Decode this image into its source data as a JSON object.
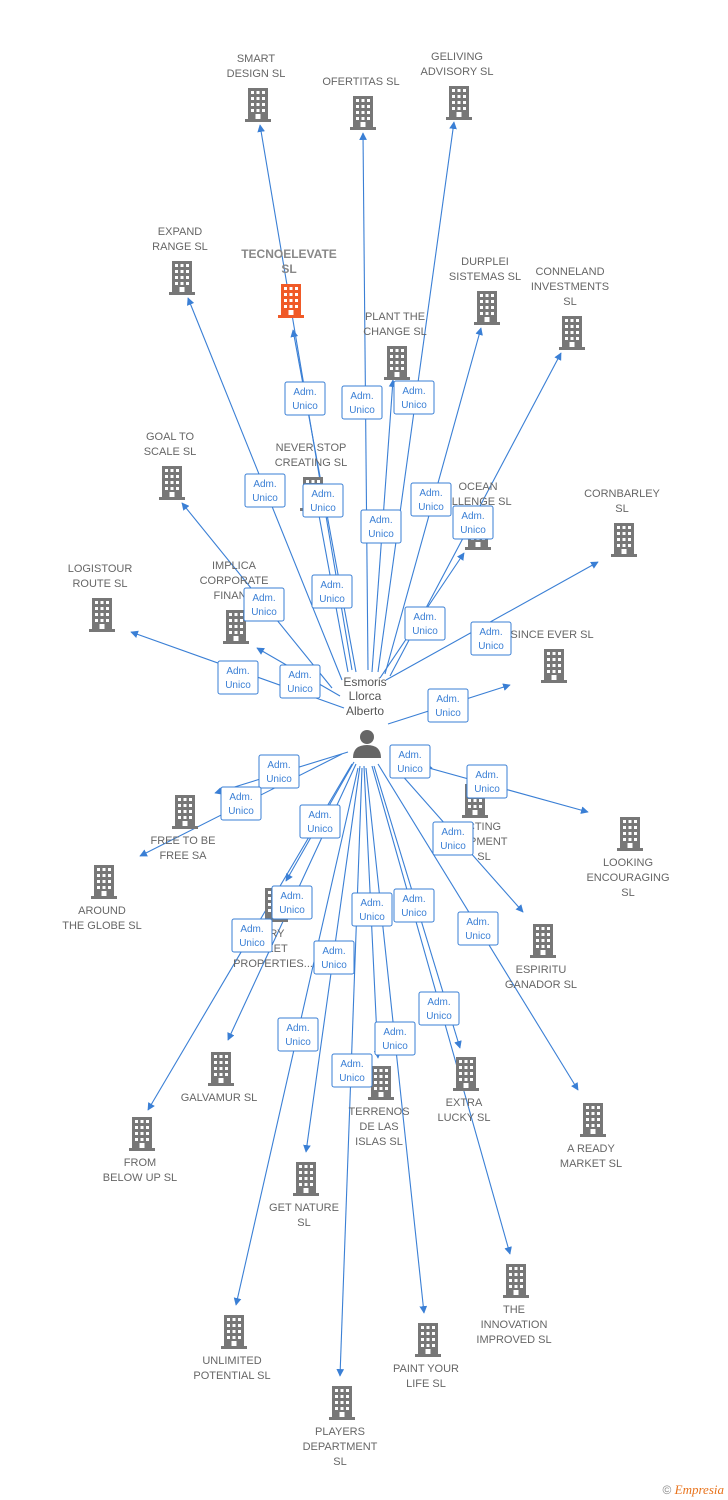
{
  "center": {
    "name": [
      "Esmoris",
      "Llorca",
      "Alberto"
    ]
  },
  "role_label": [
    "Adm.",
    "Unico"
  ],
  "footer": {
    "copyright": "©",
    "brand": "Empresia"
  },
  "colors": {
    "edge": "#3a7fd5",
    "building": "#777777",
    "highlight": "#f05a28"
  },
  "nodes": [
    {
      "id": "smart-design-sl",
      "label": [
        "SMART",
        "DESIGN  SL"
      ]
    },
    {
      "id": "ofertitas-sl",
      "label": [
        "OFERTITAS  SL"
      ]
    },
    {
      "id": "geliving-advisory-sl",
      "label": [
        "GELIVING",
        "ADVISORY  SL"
      ]
    },
    {
      "id": "expand-range-sl",
      "label": [
        "EXPAND",
        "RANGE  SL"
      ]
    },
    {
      "id": "tecnoelevate-sl",
      "label": [
        "TECNOELEVATE",
        "SL"
      ],
      "highlight": true
    },
    {
      "id": "durplei-sistemas-sl",
      "label": [
        "DURPLEI",
        "SISTEMAS  SL"
      ]
    },
    {
      "id": "conneland-investments-sl",
      "label": [
        "CONNELAND",
        "INVESTMENTS",
        "SL"
      ]
    },
    {
      "id": "plant-the-change-sl",
      "label": [
        "PLANT THE",
        "CHANGE  SL"
      ]
    },
    {
      "id": "goal-to-scale-sl",
      "label": [
        "GOAL TO",
        "SCALE  SL"
      ]
    },
    {
      "id": "never-stop-creating-sl",
      "label": [
        "NEVER STOP",
        "CREATING  SL"
      ]
    },
    {
      "id": "ocean-challenge-sl",
      "label": [
        "OCEAN",
        "ALLENGE  SL"
      ]
    },
    {
      "id": "cornbarley-sl",
      "label": [
        "CORNBARLEY",
        "SL"
      ]
    },
    {
      "id": "logistour-route-sl",
      "label": [
        "LOGISTOUR",
        "ROUTE  SL"
      ]
    },
    {
      "id": "implica-corporate-finance",
      "label": [
        "IMPLICA",
        "CORPORATE",
        "FINANC"
      ]
    },
    {
      "id": "since-ever-sl",
      "label": [
        "SINCE EVER  SL"
      ]
    },
    {
      "id": "free-to-be-free-sa",
      "label": [
        "FREE TO BE",
        "FREE SA"
      ]
    },
    {
      "id": "around-the-globe-sl",
      "label": [
        "AROUND",
        "THE GLOBE  SL"
      ]
    },
    {
      "id": "acting-development-sl",
      "label": [
        "CTING",
        "OPMENT",
        "SL"
      ]
    },
    {
      "id": "looking-encouraging-sl",
      "label": [
        "LOOKING",
        "ENCOURAGING",
        "SL"
      ]
    },
    {
      "id": "luxury-market-properties",
      "label": [
        "URY",
        "RKET",
        "PROPERTIES..."
      ]
    },
    {
      "id": "espiritu-ganador-sl",
      "label": [
        "ESPIRITU",
        "GANADOR SL"
      ]
    },
    {
      "id": "galvamur-sl",
      "label": [
        "GALVAMUR  SL"
      ]
    },
    {
      "id": "terrenos-de-las-islas-sl",
      "label": [
        "TERRENOS",
        "DE LAS",
        "ISLAS  SL"
      ]
    },
    {
      "id": "extra-lucky-sl",
      "label": [
        "EXTRA",
        "LUCKY  SL"
      ]
    },
    {
      "id": "a-ready-market-sl",
      "label": [
        "A READY",
        "MARKET  SL"
      ]
    },
    {
      "id": "from-below-up-sl",
      "label": [
        "FROM",
        "BELOW UP  SL"
      ]
    },
    {
      "id": "get-nature-sl",
      "label": [
        "GET NATURE",
        "SL"
      ]
    },
    {
      "id": "the-innovation-improved-sl",
      "label": [
        "THE",
        "INNOVATION",
        "IMPROVED  SL"
      ]
    },
    {
      "id": "unlimited-potential-sl",
      "label": [
        "UNLIMITED",
        "POTENTIAL  SL"
      ]
    },
    {
      "id": "paint-your-life-sl",
      "label": [
        "PAINT YOUR",
        "LIFE  SL"
      ]
    },
    {
      "id": "players-department-sl",
      "label": [
        "PLAYERS",
        "DEPARTMENT",
        "SL"
      ]
    }
  ]
}
